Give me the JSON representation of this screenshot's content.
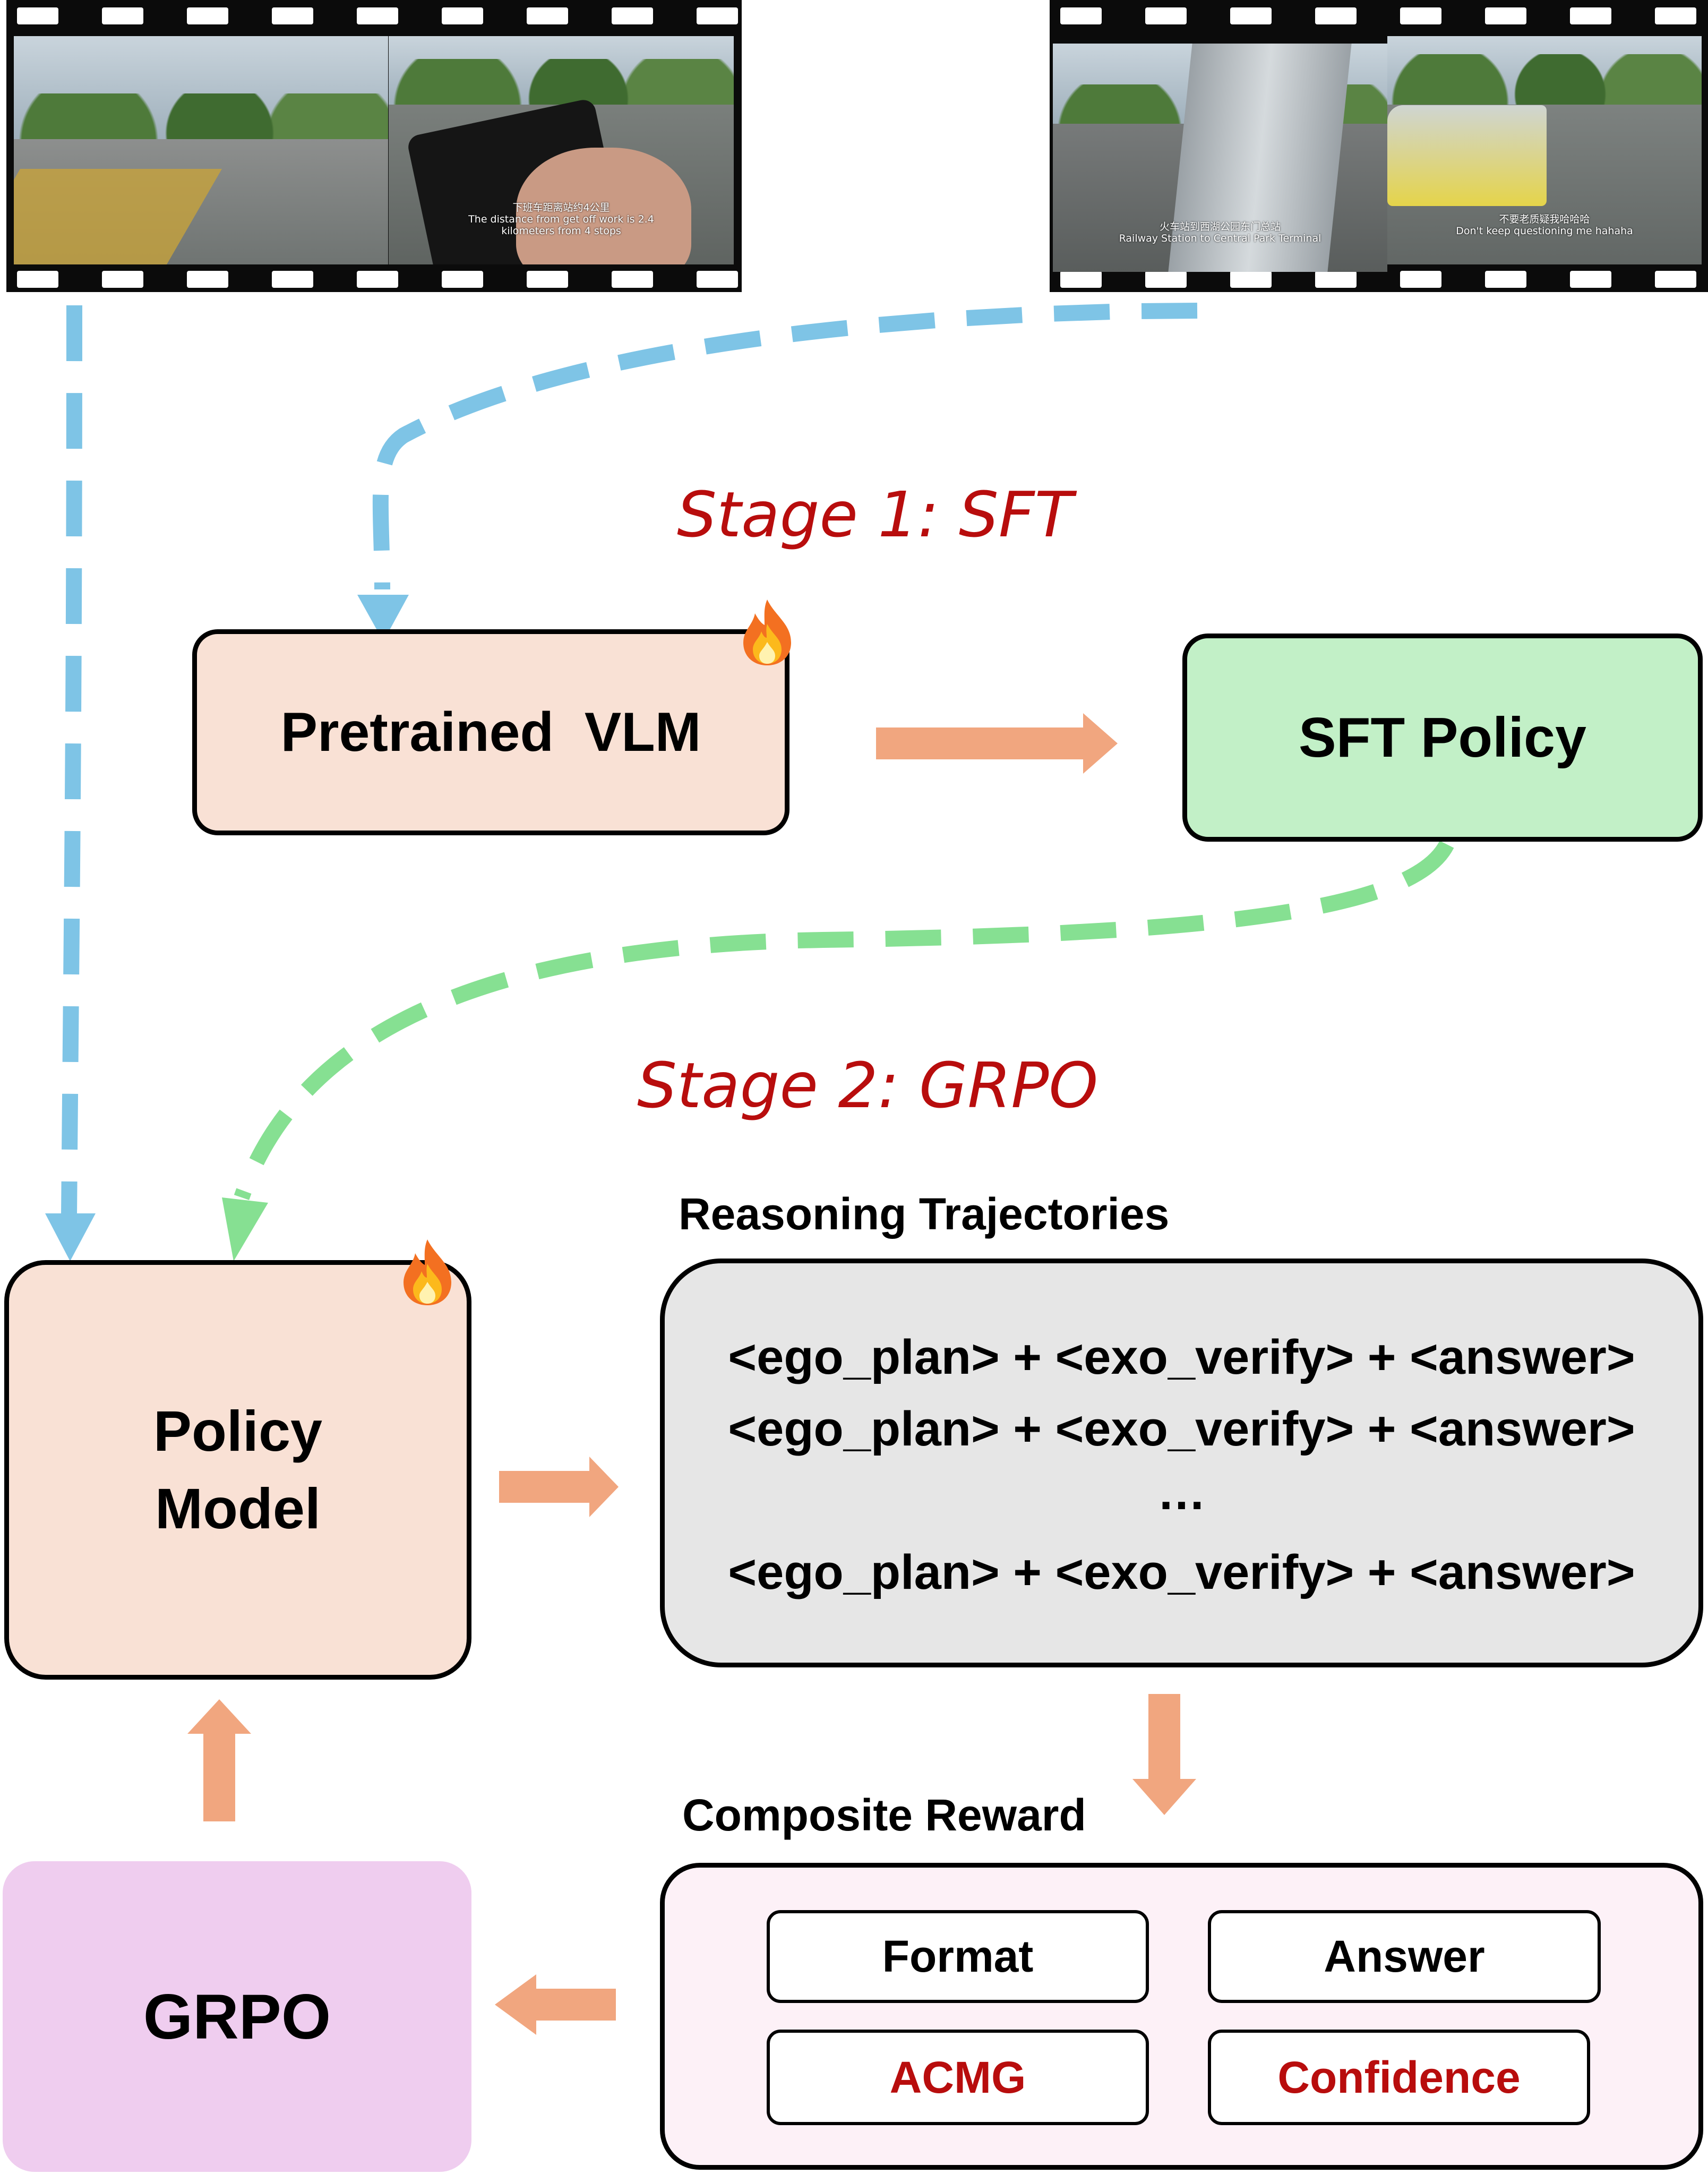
{
  "colors": {
    "blue_dashed": "#7ec4e6",
    "green_dashed": "#86e092",
    "orange_arrow": "#f1a67f",
    "stage_red": "#b80d0d",
    "vlm_fill": "#f9e1d5",
    "sft_fill": "#c2f0c7",
    "traj_fill": "#e6e6e6",
    "grpo_fill": "#efcdef",
    "reward_fill": "#fdf1f7"
  },
  "film_left": {
    "captions": [
      "",
      "下班车距离站约4公里\nThe distance from get off work is 2.4\nkilometers from 4 stops"
    ]
  },
  "film_right": {
    "captions": [
      "火车站到西湖公园东门总站\nRailway Station to Central Park Terminal",
      "不要老质疑我哈哈哈\nDon't keep questioning me hahaha"
    ]
  },
  "stage1": {
    "label": "Stage 1: SFT"
  },
  "stage2": {
    "label": "Stage 2: GRPO"
  },
  "pretrained_vlm": {
    "label": "Pretrained  VLM",
    "icon": "flame-icon"
  },
  "sft_policy": {
    "label": "SFT Policy"
  },
  "policy_model": {
    "line1": "Policy",
    "line2": "Model",
    "icon": "flame-icon"
  },
  "trajectories": {
    "title": "Reasoning Trajectories",
    "lines": [
      "<ego_plan> + <exo_verify> + <answer>",
      "<ego_plan> + <exo_verify> + <answer>",
      "…",
      "<ego_plan> + <exo_verify> + <answer>"
    ]
  },
  "composite_reward": {
    "title": "Composite Reward",
    "items": [
      {
        "label": "Format",
        "color": "#000000"
      },
      {
        "label": "Answer",
        "color": "#000000"
      },
      {
        "label": "ACMG",
        "color": "#b80d0d"
      },
      {
        "label": "Confidence",
        "color": "#b80d0d"
      }
    ]
  },
  "grpo": {
    "label": "GRPO"
  }
}
